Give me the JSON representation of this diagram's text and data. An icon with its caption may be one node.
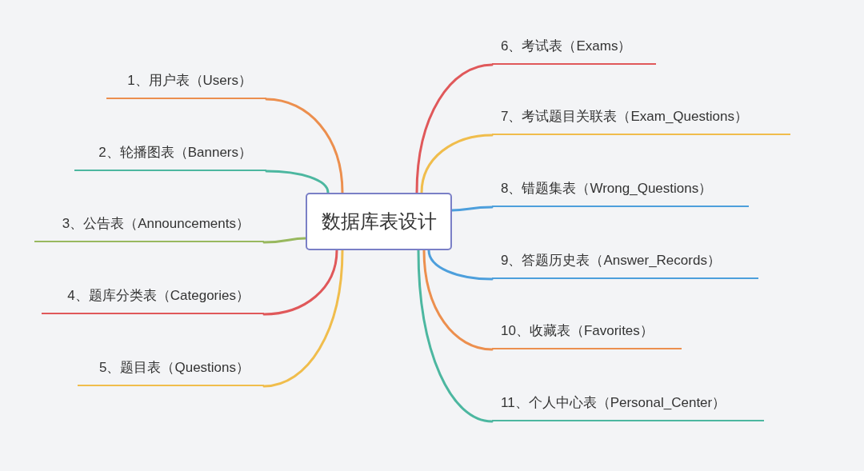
{
  "diagram": {
    "nodes": [
      {
        "text": [
          "数据库表设计"
        ]
      },
      {
        "text": [
          "1、用户表（Users）"
        ]
      },
      {
        "text": [
          "2、轮播图表（Banners）"
        ]
      },
      {
        "text": [
          "3、公告表（Announcements）"
        ]
      },
      {
        "text": [
          "4、题库分类表（Categories）"
        ]
      },
      {
        "text": [
          "5、题目表（Questions）"
        ]
      },
      {
        "text": [
          "6、考试表（Exams）"
        ]
      },
      {
        "text": [
          "7、考试题目关联表（Exam_Questions）"
        ]
      },
      {
        "text": [
          "8、错题集表（Wrong_Questions）"
        ]
      },
      {
        "text": [
          "9、答题历史表（Answer_Records）"
        ]
      },
      {
        "text": [
          "10、收藏表（Favorites）"
        ]
      },
      {
        "text": [
          "11、个人中心表（Personal_Center）"
        ]
      }
    ],
    "edges": [
      {
        "from": 0,
        "to": 1,
        "arrow": "none",
        "color": "#ec8f4e"
      },
      {
        "from": 0,
        "to": 2,
        "arrow": "none",
        "color": "#4cb7a0"
      },
      {
        "from": 0,
        "to": 3,
        "arrow": "none",
        "color": "#98b85e"
      },
      {
        "from": 0,
        "to": 4,
        "arrow": "none",
        "color": "#e0585a"
      },
      {
        "from": 0,
        "to": 5,
        "arrow": "none",
        "color": "#f0bd4c"
      },
      {
        "from": 0,
        "to": 6,
        "arrow": "none",
        "color": "#e0585a"
      },
      {
        "from": 0,
        "to": 7,
        "arrow": "none",
        "color": "#f0bd4c"
      },
      {
        "from": 0,
        "to": 8,
        "arrow": "none",
        "color": "#4d9fdc"
      },
      {
        "from": 0,
        "to": 9,
        "arrow": "none",
        "color": "#4d9fdc"
      },
      {
        "from": 0,
        "to": 10,
        "arrow": "none",
        "color": "#ec8f4e"
      },
      {
        "from": 0,
        "to": 11,
        "arrow": "none",
        "color": "#4cb7a0"
      }
    ]
  }
}
